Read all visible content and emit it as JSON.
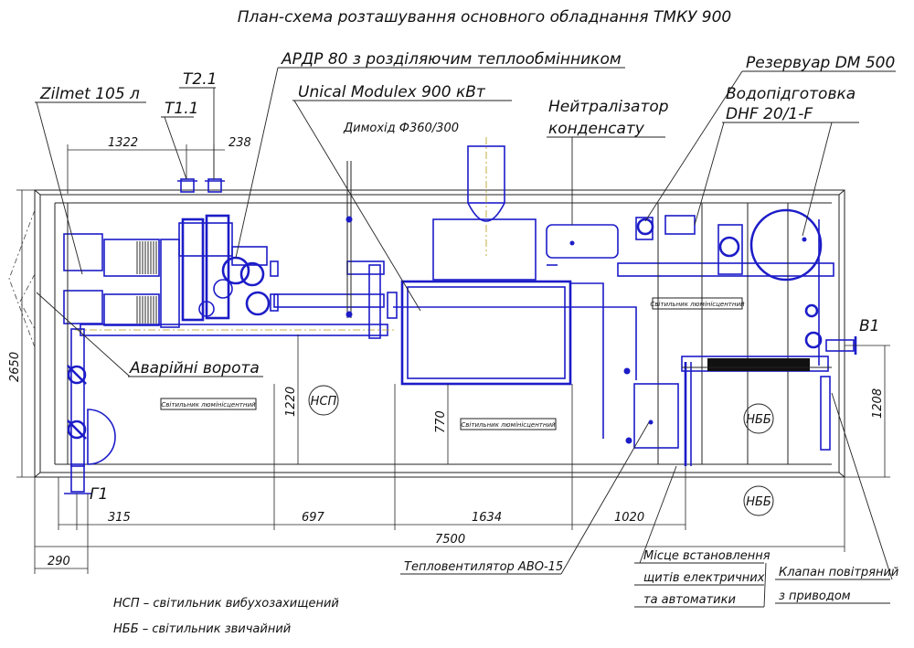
{
  "title": "План-схема розташування основного обладнання ТМКУ 900",
  "callouts": {
    "zilmet": "Zilmet 105 л",
    "t21": "T2.1",
    "t11": "T1.1",
    "ardr": "АРДР 80 з розділяючим теплообмінником",
    "unical": "Unical Modulex 900 кВт",
    "rezervuar": "Резервуар DM 500",
    "vodopidgotovka_1": "Водопідготовка",
    "vodopidgotovka_2": "DHF 20/1-F",
    "neutralizator_1": "Нейтралізатор",
    "neutralizator_2": "конденсату",
    "dymohid": "Димохід Ф360/300",
    "avariyni": "Аварійні ворота",
    "b1": "В1",
    "g1": "Г1",
    "teploventylyator": "Тепловентилятор АВО-15",
    "mistse_1": "Місце встановлення",
    "mistse_2": "щитів електричних",
    "mistse_3": "та автоматики",
    "klapan_1": "Клапан повітряний",
    "klapan_2": "з приводом"
  },
  "dimensions": {
    "d1322": "1322",
    "d238": "238",
    "d2650": "2650",
    "d1220": "1220",
    "d770": "770",
    "d1208": "1208",
    "d315": "315",
    "d697": "697",
    "d1634": "1634",
    "d1020": "1020",
    "d7500": "7500",
    "d290": "290"
  },
  "tags": {
    "nsp": "НСП",
    "nbb_1": "НББ",
    "nbb_2": "НББ",
    "lamp_1": "Світильник люмінісцентний",
    "lamp_2": "Світильник люмінісцентний",
    "lamp_3": "Світильник люмінісцентний"
  },
  "legend": {
    "nsp": "НСП – світильник вибухозахищений",
    "nbb": "НББ – світильник звичайний"
  }
}
